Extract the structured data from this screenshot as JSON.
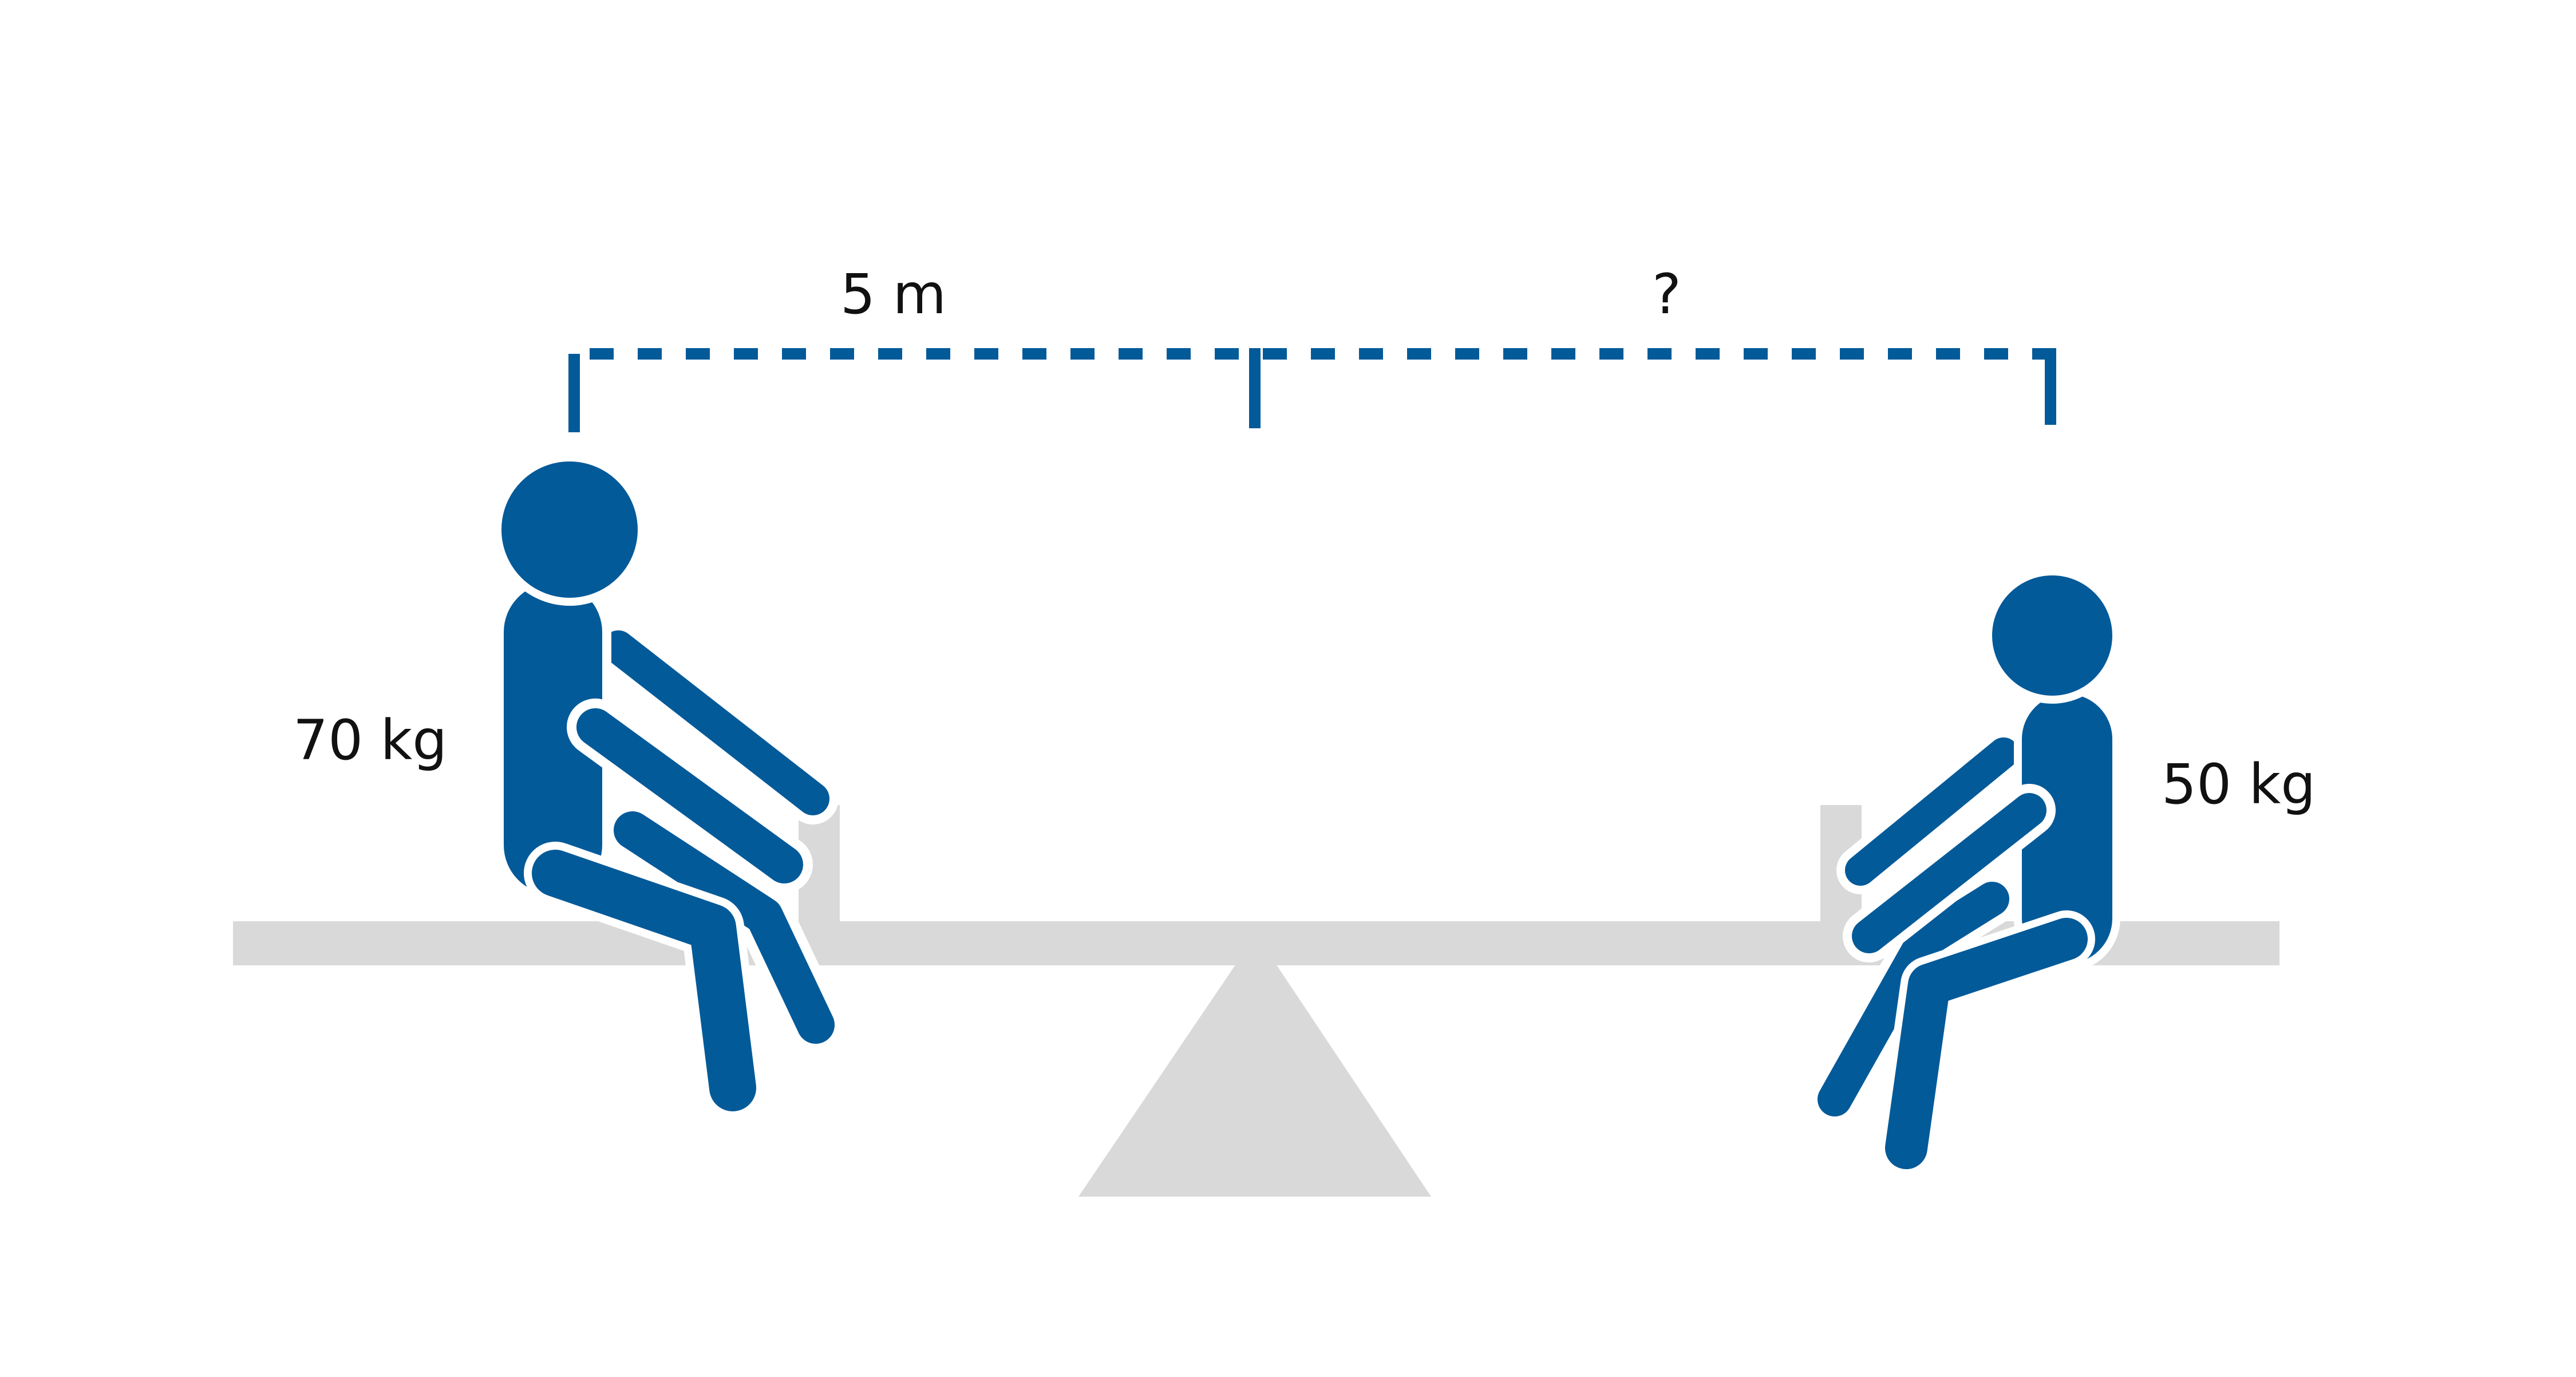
{
  "labels": {
    "left_distance": "5 m",
    "right_distance": "?",
    "left_mass": "70 kg",
    "right_mass": "50 kg"
  },
  "colors": {
    "figure": "#035A99",
    "seesaw": "#D9D9D9",
    "dimension_line": "#035A99",
    "text": "#111111",
    "background": "#FFFFFF"
  }
}
